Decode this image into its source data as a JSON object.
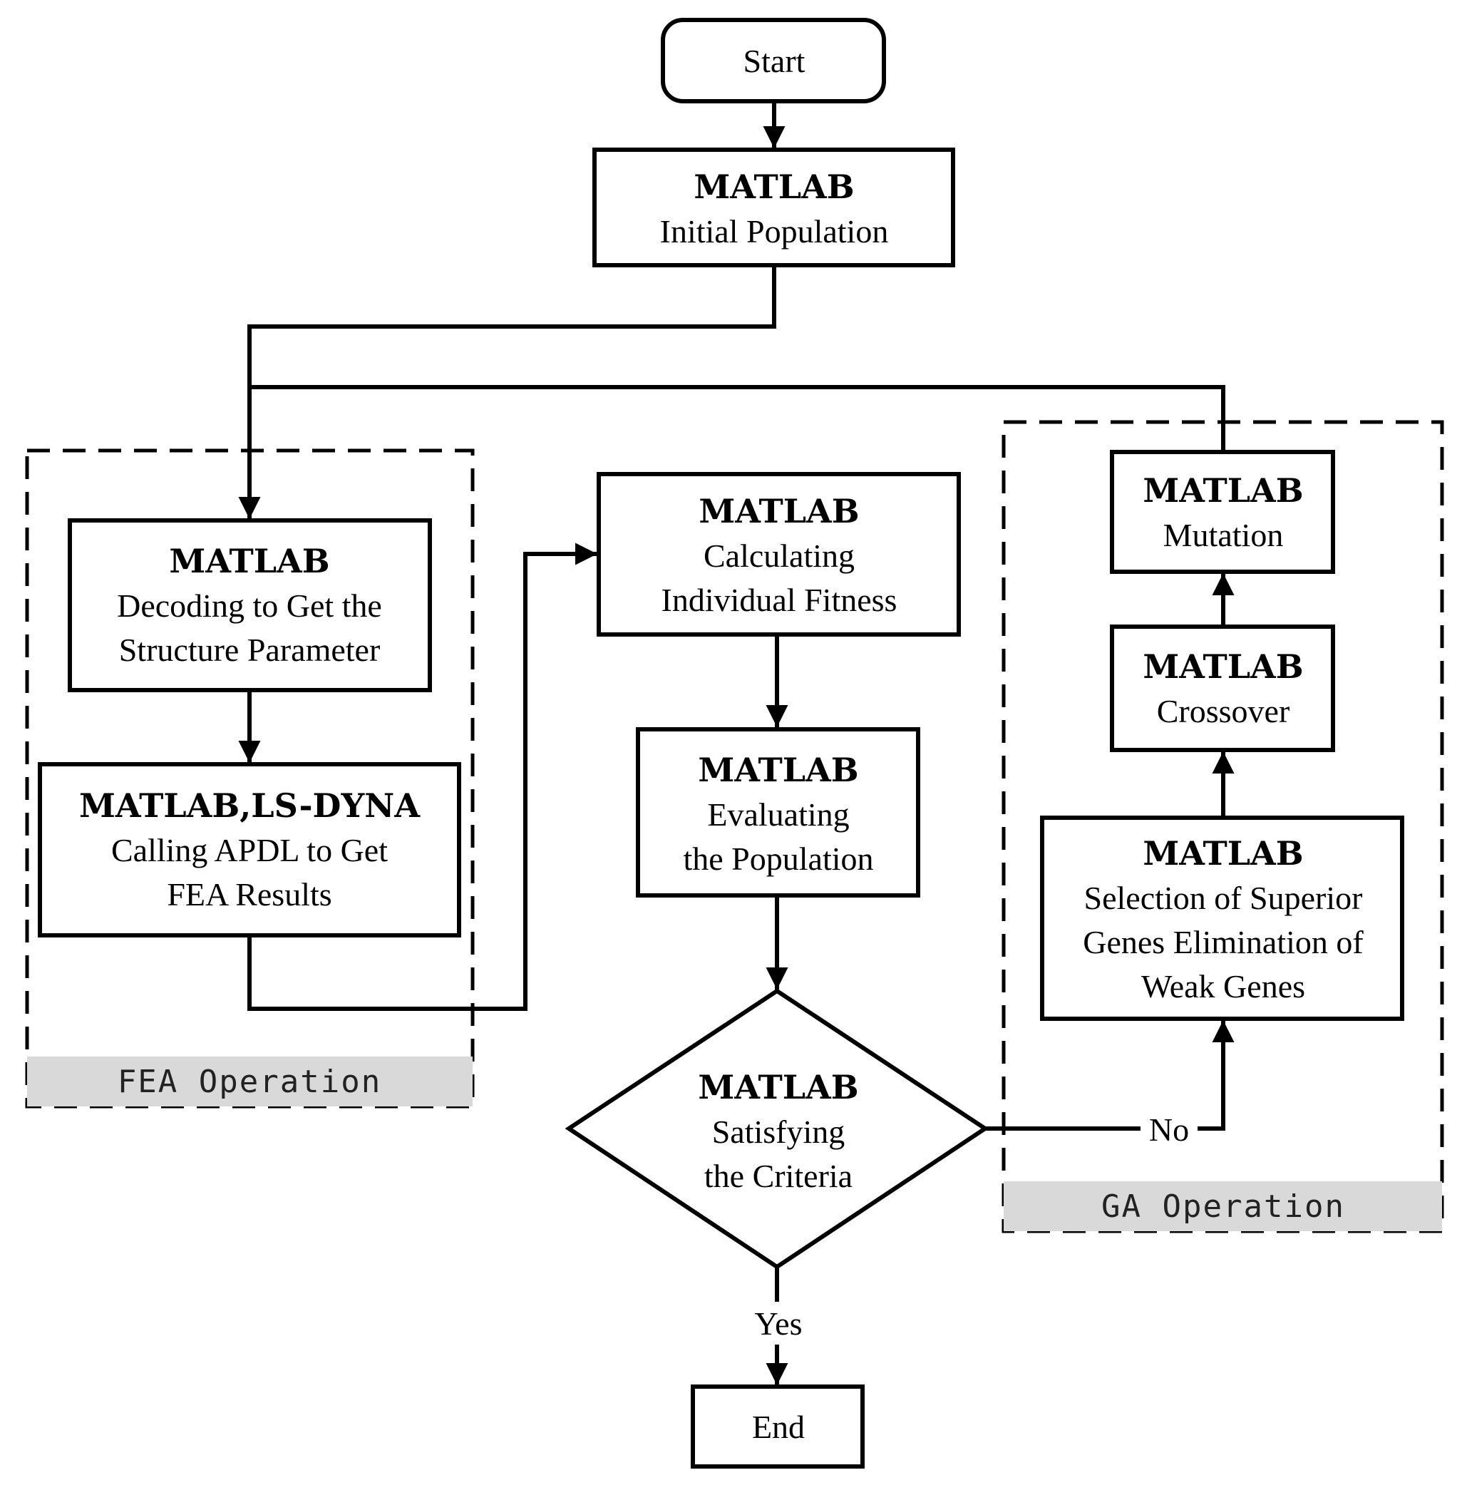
{
  "nodes": {
    "start": {
      "label": "Start"
    },
    "init": {
      "tool": "MATLAB",
      "text": [
        "Initial Population"
      ]
    },
    "decode": {
      "tool": "MATLAB",
      "text": [
        "Decoding to Get the",
        "Structure Parameter"
      ]
    },
    "fea": {
      "tool": "MATLAB,LS-DYNA",
      "text": [
        "Calling APDL to Get",
        "FEA Results"
      ]
    },
    "fitness": {
      "tool": "MATLAB",
      "text": [
        "Calculating",
        "Individual Fitness"
      ]
    },
    "evaluate": {
      "tool": "MATLAB",
      "text": [
        "Evaluating",
        "the Population"
      ]
    },
    "criteria": {
      "tool": "MATLAB",
      "text": [
        "Satisfying",
        "the Criteria"
      ]
    },
    "selection": {
      "tool": "MATLAB",
      "text": [
        "Selection of Superior",
        "Genes Elimination of",
        "Weak Genes"
      ]
    },
    "crossover": {
      "tool": "MATLAB",
      "text": [
        "Crossover"
      ]
    },
    "mutation": {
      "tool": "MATLAB",
      "text": [
        "Mutation"
      ]
    },
    "end": {
      "label": "End"
    }
  },
  "groups": {
    "fea_operation": "FEA  Operation",
    "ga_operation": "GA  Operation"
  },
  "edges": {
    "no_label": "No",
    "yes_label": "Yes"
  }
}
